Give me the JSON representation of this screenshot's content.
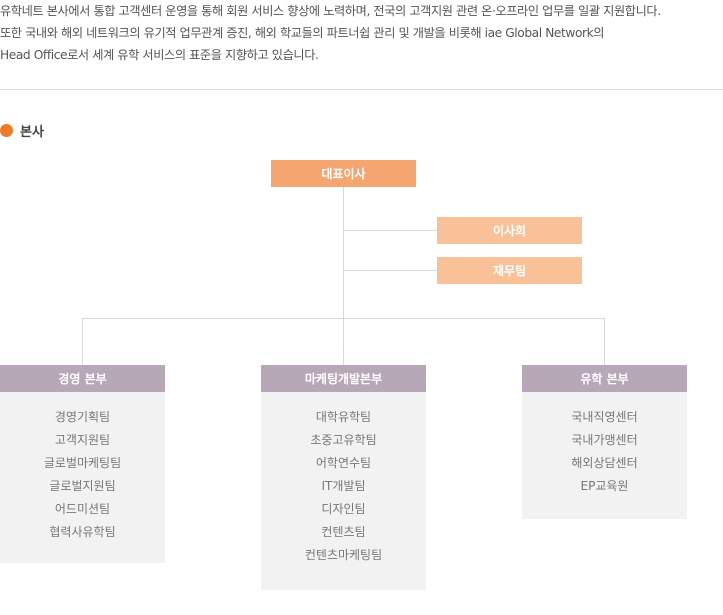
{
  "intro": {
    "line1": "유학네트 본사에서 통합 고객센터 운영을 통해 회원 서비스 향상에 노력하며, 전국의 고객지원 관련 온·오프라인 업무를 일괄 지원합니다.",
    "line2": "또한 국내와 해외 네트워크의 유기적 업무관계 증진, 해외 학교들의 파트너쉽 관리 및 개발을 비롯해 iae Global Network의",
    "line3": "Head Office로서 세계 유학 서비스의 표준을 지향하고 있습니다."
  },
  "section": {
    "title": "본사",
    "accent_color": "#f07a26"
  },
  "org": {
    "ceo": "대표이사",
    "board": "이사회",
    "finance": "재무팀",
    "divisions": [
      {
        "name": "경영 본부",
        "teams": [
          "경영기획팀",
          "고객지원팀",
          "글로벌마케팅팀",
          "글로벌지원팀",
          "어드미션팀",
          "협력사유학팀"
        ]
      },
      {
        "name": "마케팅개발본부",
        "teams": [
          "대학유학팀",
          "초중고유학팀",
          "어학연수팀",
          "IT개발팀",
          "디자인팀",
          "컨텐츠팀",
          "컨텐츠마케팅팀"
        ]
      },
      {
        "name": "유학 본부",
        "teams": [
          "국내직영센터",
          "국내가맹센터",
          "해외상담센터",
          "EP교육원"
        ]
      }
    ],
    "colors": {
      "ceo": "#f4a570",
      "sub": "#fac198",
      "division": "#b7a8b8",
      "team_bg": "#f2f2f2"
    }
  }
}
